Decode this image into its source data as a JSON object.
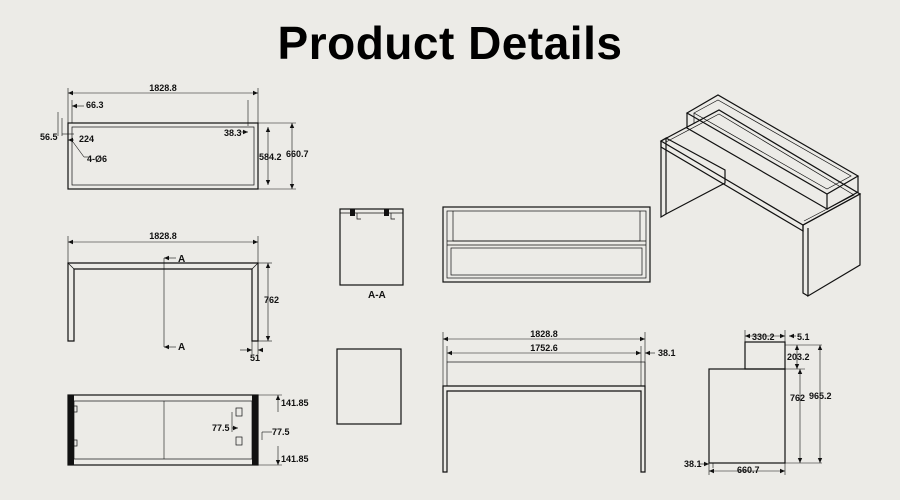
{
  "title": "Product Details",
  "views": {
    "top": {
      "overall_width": "1828.8",
      "inset_left": "66.3",
      "edge_offset": "56.5",
      "hole_offset": "224",
      "hole_note": "4-Ø6",
      "inset_right": "38.3",
      "inner_depth": "584.2",
      "overall_depth": "660.7"
    },
    "front": {
      "overall_width": "1828.8",
      "section_mark": "A",
      "height": "762",
      "leg_width": "51"
    },
    "bottom": {
      "end_gap_top": "141.85",
      "bracket_left": "77.5",
      "bracket_right": "77.5",
      "end_gap_bottom": "141.85"
    },
    "section": {
      "label": "A-A"
    },
    "elevation": {
      "overall_width": "1828.8",
      "inner_width": "1752.6",
      "side_offset": "38.1"
    },
    "side": {
      "shelf_depth": "330.2",
      "shelf_lip": "5.1",
      "shelf_height": "203.2",
      "desk_height": "762",
      "total_height": "965.2",
      "back_offset": "38.1",
      "depth": "660.7"
    }
  }
}
